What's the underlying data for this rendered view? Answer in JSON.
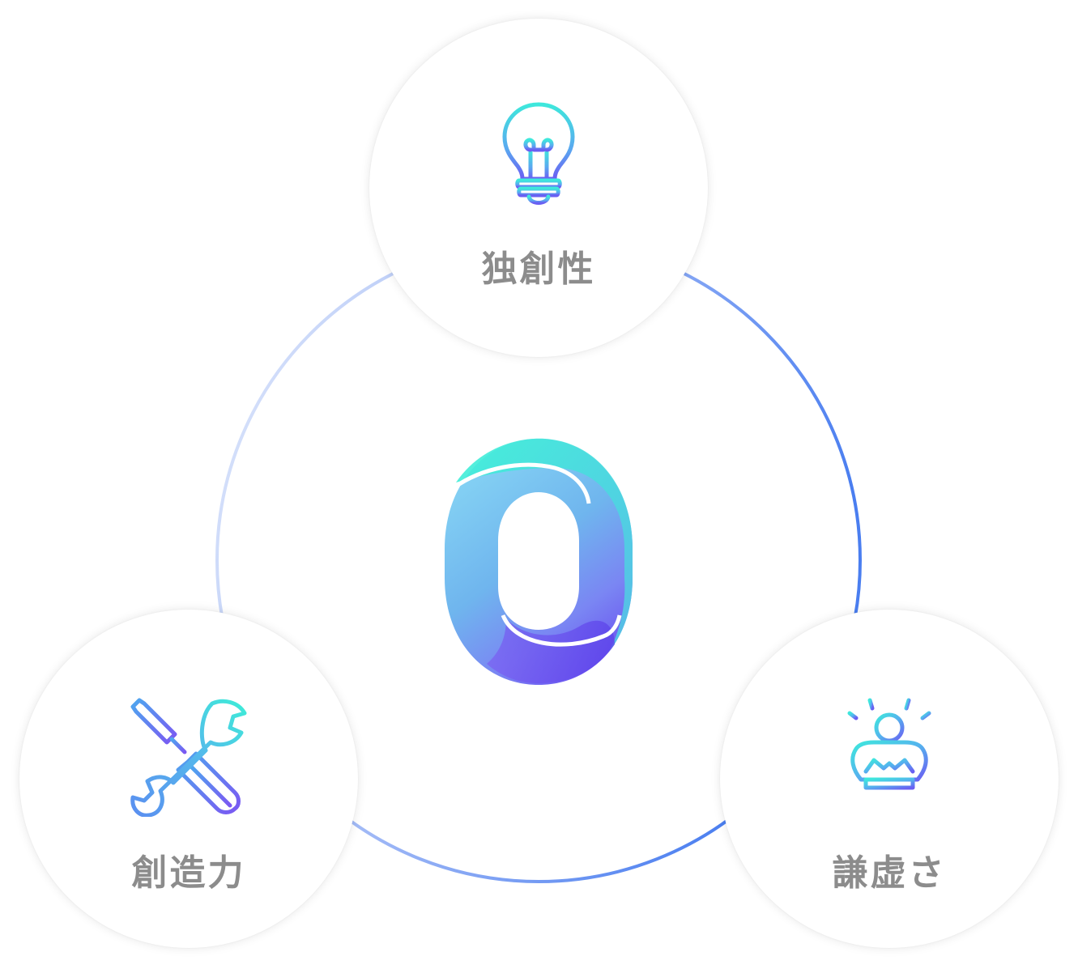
{
  "diagram": {
    "nodes": [
      {
        "id": "top",
        "label": "独創性",
        "icon": "lightbulb-icon"
      },
      {
        "id": "left",
        "label": "創造力",
        "icon": "wrench-screwdriver-icon"
      },
      {
        "id": "right",
        "label": "謙虚さ",
        "icon": "person-shining-icon"
      }
    ],
    "center": {
      "icon": "o-logo-icon"
    }
  },
  "colors": {
    "gradient_teal": "#3ef0d8",
    "gradient_sky": "#7fd3f2",
    "gradient_blue": "#4a7ef0",
    "gradient_purple": "#6b4ef5",
    "ring_light": "#dde6fa",
    "ring_dark": "#4d7ff1",
    "label_gray": "#8c8c8c"
  }
}
